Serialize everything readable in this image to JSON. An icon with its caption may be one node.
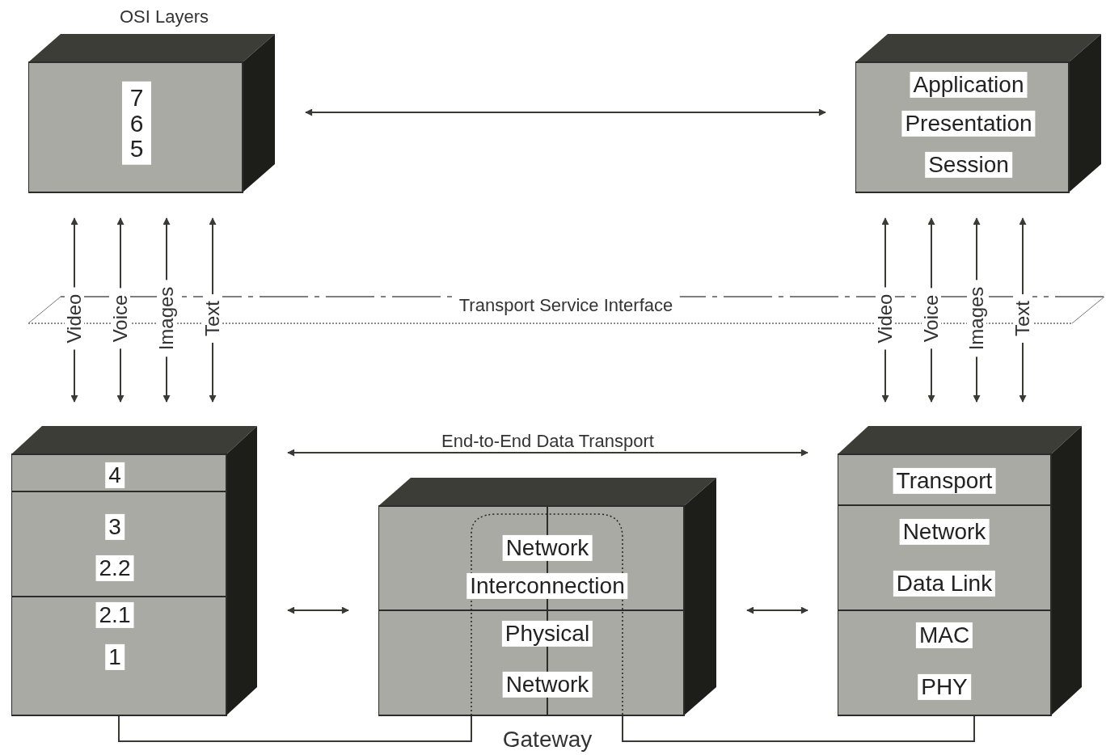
{
  "diagram": {
    "nodes": [
      {
        "text": [
          "7 6 5"
        ],
        "beside": [
          "OSI Layers"
        ]
      },
      {
        "text": [
          "Application",
          "Presentation",
          "Session"
        ]
      },
      {
        "text": [
          "4",
          "3",
          "2.2",
          "2.1",
          "1"
        ]
      },
      {
        "text": [
          "Network",
          "Interconnection",
          "Physical",
          "Network"
        ],
        "beside": [
          "Gateway"
        ]
      },
      {
        "text": [
          "Transport",
          "Network",
          "Data Link",
          "MAC",
          "PHY"
        ]
      }
    ],
    "edges": [
      {
        "from": 0,
        "to": 1,
        "arrow": "both"
      },
      {
        "from": 2,
        "to": 4,
        "arrow": "both",
        "label": "End-to-End Data Transport"
      },
      {
        "from": 2,
        "to": 3,
        "arrow": "both"
      },
      {
        "from": 3,
        "to": 4,
        "arrow": "both"
      },
      {
        "from": 2,
        "to": 3,
        "arrow": "none"
      },
      {
        "from": 3,
        "to": 4,
        "arrow": "none"
      },
      {
        "from": 0,
        "to": 2,
        "arrow": "both",
        "label": "Video"
      },
      {
        "from": 0,
        "to": 2,
        "arrow": "both",
        "label": "Voice"
      },
      {
        "from": 0,
        "to": 2,
        "arrow": "both",
        "label": "Images"
      },
      {
        "from": 0,
        "to": 2,
        "arrow": "both",
        "label": "Text"
      },
      {
        "from": 1,
        "to": 4,
        "arrow": "both",
        "label": "Video"
      },
      {
        "from": 1,
        "to": 4,
        "arrow": "both",
        "label": "Voice"
      },
      {
        "from": 1,
        "to": 4,
        "arrow": "both",
        "label": "Images"
      },
      {
        "from": 1,
        "to": 4,
        "arrow": "both",
        "label": "Text"
      }
    ],
    "labels": [
      "Transport Service Interface"
    ]
  }
}
